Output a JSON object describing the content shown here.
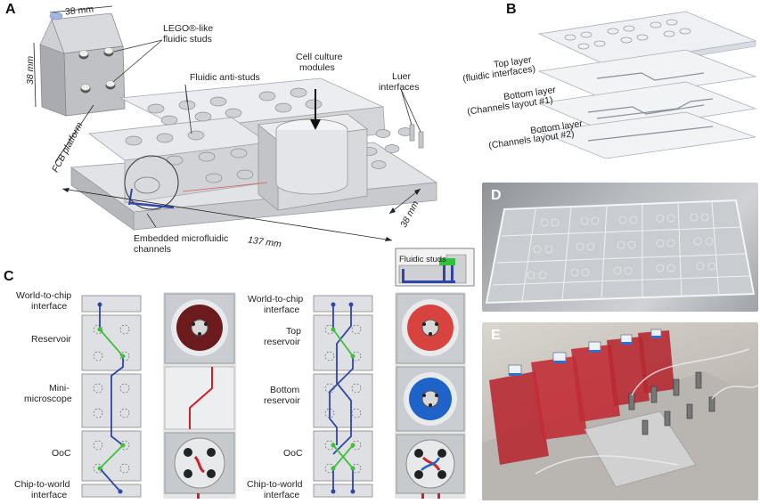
{
  "panels": {
    "a": "A",
    "b": "B",
    "c": "C",
    "d": "D",
    "e": "E"
  },
  "panel_a": {
    "dim_top": "38 mm",
    "dim_side": "38 mm",
    "studs_label_1": "LEGO®-like",
    "studs_label_2": "fluidic studs",
    "anti_studs": "Fluidic anti-studs",
    "cell_culture_1": "Cell culture",
    "cell_culture_2": "modules",
    "luer_1": "Luer",
    "luer_2": "interfaces",
    "platform": "FCB platform",
    "dim_right": "38 mm",
    "dim_bottom": "137 mm",
    "embedded_1": "Embedded microfluidic",
    "embedded_2": "channels"
  },
  "panel_b": {
    "top_1": "Top layer",
    "top_2": "(fluidic interfaces)",
    "bottom1_1": "Bottom layer",
    "bottom1_2": "(Channels layout #1)",
    "bottom2_1": "Bottom layer",
    "bottom2_2": "(Channels layout #2)"
  },
  "panel_c": {
    "inset_label": "Fluidic studs",
    "left": {
      "w2c_1": "World-to-chip",
      "w2c_2": "interface",
      "reservoir": "Reservoir",
      "mini_1": "Mini-",
      "mini_2": "microscope",
      "ooc": "OoC",
      "c2w_1": "Chip-to-world",
      "c2w_2": "interface"
    },
    "right": {
      "w2c_1": "World-to-chip",
      "w2c_2": "interface",
      "top_1": "Top",
      "top_2": "reservoir",
      "bottom_1": "Bottom",
      "bottom_2": "reservoir",
      "ooc": "OoC",
      "c2w_1": "Chip-to-world",
      "c2w_2": "interface"
    }
  },
  "colors": {
    "channel_blue": "#2f46a8",
    "channel_green": "#3fbf3f",
    "fluid_red": "#c8232b",
    "fluid_blue": "#1f63c8",
    "plastic": "#e6e7ea"
  }
}
